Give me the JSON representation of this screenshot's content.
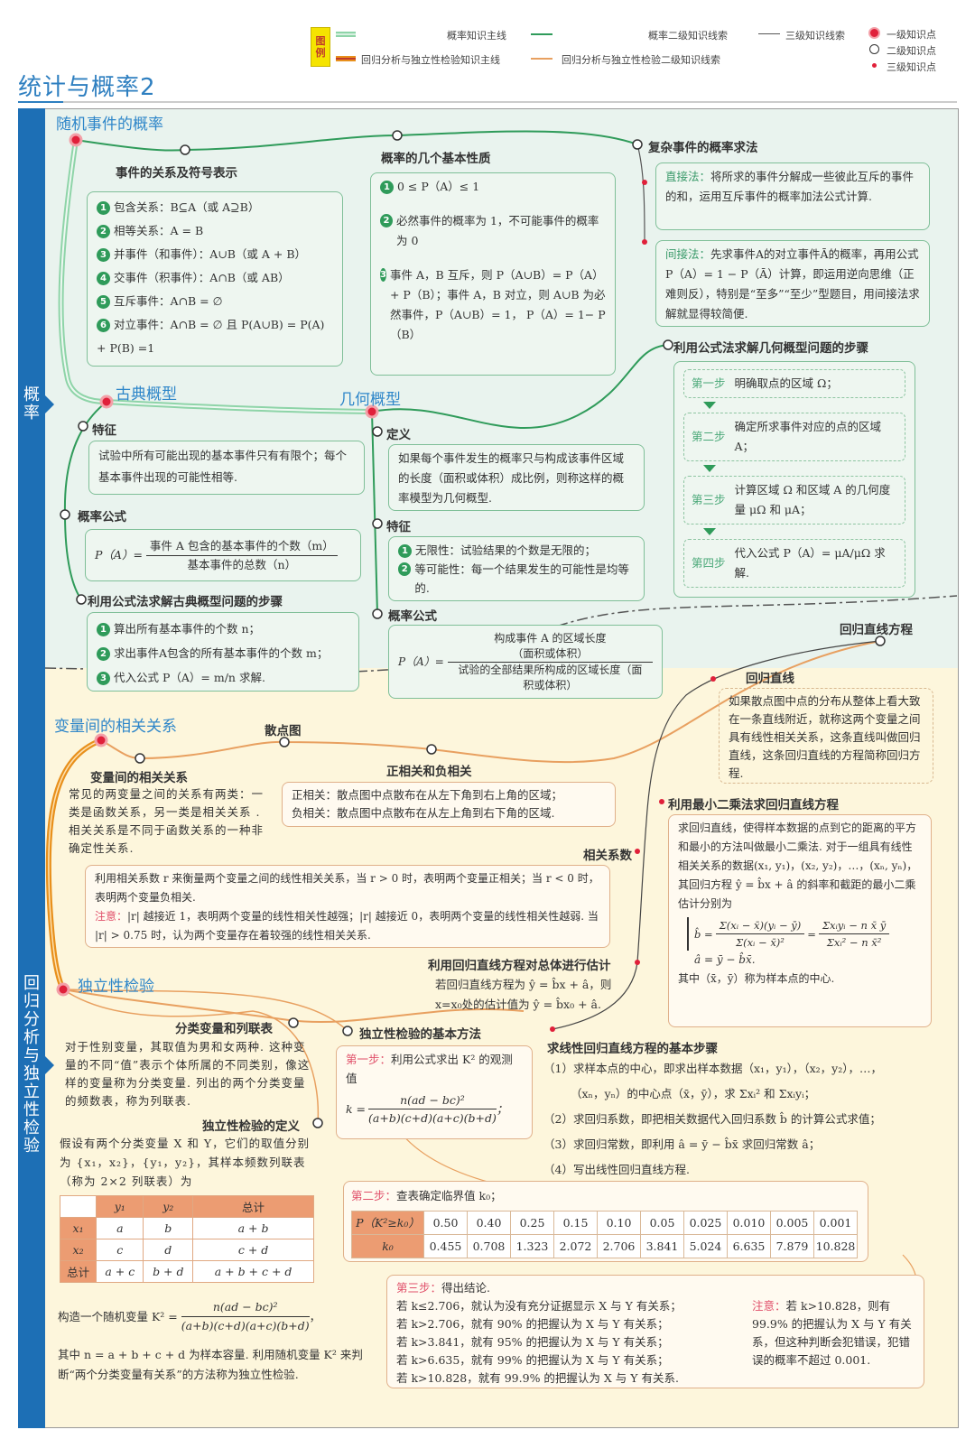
{
  "legend": {
    "tag": "图例",
    "items": [
      {
        "label": "概率知识主线",
        "color": "#8ed4a8"
      },
      {
        "label": "概率二级知识线索",
        "color": "#2f9b5a"
      },
      {
        "label": "三级知识线索",
        "color": "#555555"
      },
      {
        "label": "回归分析与独立性检验知识主线",
        "color": "#e8901c"
      },
      {
        "label": "回归分析与独立性检验二级知识线索",
        "color": "#e8a060"
      }
    ],
    "points": [
      {
        "label": "一级知识点",
        "icon": "red-ring-dot"
      },
      {
        "label": "二级知识点",
        "icon": "white-circle"
      },
      {
        "label": "三级知识点",
        "icon": "small-red-dot"
      }
    ]
  },
  "title": "统计与概率2",
  "sidebar": {
    "probability": "概\n率",
    "regression": "回\n归\n分\n析\n与\n独\n立\n性\n检\n验"
  },
  "colors": {
    "accent_blue": "#1d6fb5",
    "prob_bg": "#e9f3ee",
    "reg_bg": "#fdf6dc",
    "main_green": "#2f9b5a",
    "main_orange": "#e8901c",
    "red_point": "#e0203a"
  },
  "probability": {
    "random_event": {
      "title": "随机事件的概率",
      "relations": {
        "title": "事件的关系及符号表示",
        "items": [
          "包含关系：B⊆A（或 A⊇B）",
          "相等关系：A = B",
          "并事件（和事件）：A∪B（或 A + B）",
          "交事件（积事件）：A∩B（或 AB）",
          "互斥事件：A∩B = ∅",
          "对立事件：A∩B = ∅ 且 P(A∪B) = P(A) + P(B) =1"
        ]
      },
      "properties": {
        "title": "概率的几个基本性质",
        "items": [
          "0 ≤ P（A）≤ 1",
          "必然事件的概率为 1，不可能事件的概率为 0",
          "事件 A，B 互斥，则 P（A∪B）= P（A）+ P（B）；事件 A，B 对立，则 A∪B 为必然事件，P（A∪B）= 1， P（A）= 1− P（B）"
        ]
      },
      "complex": {
        "title": "复杂事件的概率求法",
        "direct_label": "直接法：",
        "direct_text": "将所求的事件分解成一些彼此互斥的事件的和，运用互斥事件的概率加法公式计算.",
        "indirect_label": "间接法：",
        "indirect_text": "先求事件A的对立事件Ā的概率，再用公式 P（A）= 1 − P（Ā）计算，即运用逆向思维（正难则反），特别是“至多”“至少”型题目，用间接法求解就显得较简便."
      }
    },
    "classical": {
      "title": "古典概型",
      "feature_title": "特征",
      "feature_text": "试验中所有可能出现的基本事件只有有限个；每个基本事件出现的可能性相等.",
      "formula_title": "概率公式",
      "formula_lhs": "P（A）=",
      "formula_num": "事件 A 包含的基本事件的个数（m）",
      "formula_den": "基本事件的总数（n）",
      "steps_title": "利用公式法求解古典概型问题的步骤",
      "steps": [
        "算出所有基本事件的个数 n；",
        "求出事件A包含的所有基本事件的个数 m；",
        "代入公式 P（A）= m/n 求解."
      ]
    },
    "geometric": {
      "title": "几何概型",
      "definition_title": "定义",
      "definition_text": "如果每个事件发生的概率只与构成该事件区域的长度（面积或体积）成比例，则称这样的概率模型为几何概型.",
      "feature_title": "特征",
      "features": [
        "无限性：试验结果的个数是无限的；",
        "等可能性：每一个结果发生的可能性是均等的."
      ],
      "formula_title": "概率公式",
      "formula_lhs": "P（A）=",
      "formula_num": "构成事件 A 的区域长度（面积或体积）",
      "formula_den": "试验的全部结果所构成的区域长度（面积或体积）",
      "steps_title": "利用公式法求解几何概型问题的步骤",
      "steps": [
        {
          "label": "第一步",
          "text": "明确取点的区域 Ω；"
        },
        {
          "label": "第二步",
          "text": "确定所求事件对应的点的区域 A；"
        },
        {
          "label": "第三步",
          "text": "计算区域 Ω 和区域 A 的几何度量 μΩ 和 μA；"
        },
        {
          "label": "第四步",
          "text": "代入公式 P（A）= μA/μΩ 求解."
        }
      ]
    }
  },
  "regression": {
    "correlation": {
      "title": "变量间的相关关系",
      "sub_title": "变量间的相关关系",
      "sub_text": "常见的两变量之间的关系有两类：一类是函数关系，另一类是相关关系 . 相关关系是不同于函数关系的一种非确定性关系.",
      "scatter_title": "散点图",
      "posneg_title": "正相关和负相关",
      "posneg_lines": [
        "正相关：散点图中点散布在从左下角到右上角的区域；",
        "负相关：散点图中点散布在从左上角到右下角的区域."
      ],
      "coef_title": "相关系数",
      "coef_text1": "利用相关系数 r 来衡量两个变量之间的线性相关关系，当 r > 0 时，表明两个变量正相关；当 r < 0 时，表明两个变量负相关.",
      "coef_note_label": "注意：",
      "coef_note_text": "|r| 越接近 1，表明两个变量的线性相关性越强；|r| 越接近 0，表明两个变量的线性相关性越弱. 当 |r| > 0.75 时，认为两个变量存在着较强的线性相关关系."
    },
    "regression_eq": {
      "title": "回归直线方程",
      "line_title": "回归直线",
      "line_text": "如果散点图中点的分布从整体上看大致在一条直线附近，就称这两个变量之间具有线性相关关系，这条直线叫做回归直线，这条回归直线的方程简称回归方程.",
      "ls_title": "利用最小二乘法求回归直线方程",
      "ls_text": "求回归直线，使得样本数据的点到它的距离的平方和最小的方法叫做最小二乘法. 对于一组具有线性相关关系的数据(x₁, y₁)，(x₂, y₂)，…，(xₙ, yₙ)，其回归方程 ŷ = b̂x + â 的斜率和截距的最小二乘估计分别为",
      "b_hat_lhs": "b̂ =",
      "b_num1": "Σ(xᵢ − x̄)(yᵢ − ȳ)",
      "b_den1": "Σ(xᵢ − x̄)²",
      "b_num2": "Σxᵢyᵢ − n x̄ ȳ",
      "b_den2": "Σxᵢ² − n x̄²",
      "a_hat": "â = ȳ − b̂x̄.",
      "center_note": "其中（x̄，ȳ）称为样本点的中心.",
      "estimate_title": "利用回归直线方程对总体进行估计",
      "estimate_line1": "若回归直线方程为 ŷ = b̂x + â，则",
      "estimate_line2": "x=x₀处的估计值为 ŷ = b̂x₀ + â.",
      "steps_title": "求线性回归直线方程的基本步骤",
      "steps": [
        "（1）求样本点的中心，即求出样本数据（x₁，y₁），（x₂，y₂），…，",
        "（xₙ，yₙ）的中心点（x̄，ȳ），求 Σxᵢ² 和 Σxᵢyᵢ；",
        "（2）求回归系数，即把相关数据代入回归系数 b̂ 的计算公式求值；",
        "（3）求回归常数，即利用 â = ȳ − b̂x̄ 求回归常数 â；",
        "（4）写出线性回归直线方程."
      ]
    },
    "independence": {
      "title": "独立性检验",
      "cat_title": "分类变量和列联表",
      "cat_text": "对于性别变量，其取值为男和女两种. 这种变量的不同“值”表示个体所属的不同类别，像这样的变量称为分类变量. 列出的两个分类变量的频数表，称为列联表.",
      "def_title": "独立性检验的定义",
      "def_text": "假设有两个分类变量 X 和 Y，它们的取值分别为 {x₁，x₂}，{y₁，y₂}，其样本频数列联表（称为 2×2 列联表）为",
      "table": {
        "header": [
          "",
          "y₁",
          "y₂",
          "总计"
        ],
        "rows": [
          [
            "x₁",
            "a",
            "b",
            "a + b"
          ],
          [
            "x₂",
            "c",
            "d",
            "c + d"
          ],
          [
            "总计",
            "a + c",
            "b + d",
            "a + b + c + d"
          ]
        ]
      },
      "k2_prefix": "构造一个随机变量 K² =",
      "k2_num": "n(ad − bc)²",
      "k2_den": "(a+b)(c+d)(a+c)(b+d)",
      "k2_suffix": "，",
      "k2_note": "其中 n = a + b + c + d 为样本容量. 利用随机变量 K² 来判断“两个分类变量有关系”的方法称为独立性检验.",
      "method_title": "独立性检验的基本方法",
      "step1_label": "第一步：",
      "step1_text": "利用公式求出 K² 的观测值",
      "step1_lhs": "k =",
      "step1_num": "n(ad − bc)²",
      "step1_den": "(a+b)(c+d)(a+c)(b+d)",
      "step1_suffix": "；",
      "step2_label": "第二步：",
      "step2_text": "查表确定临界值 k₀；",
      "critical": {
        "row1_header": "P（K²≥k₀）",
        "row2_header": "k₀",
        "p": [
          "0.50",
          "0.40",
          "0.25",
          "0.15",
          "0.10",
          "0.05",
          "0.025",
          "0.010",
          "0.005",
          "0.001"
        ],
        "k0": [
          "0.455",
          "0.708",
          "1.323",
          "2.072",
          "2.706",
          "3.841",
          "5.024",
          "6.635",
          "7.879",
          "10.828"
        ]
      },
      "step3_label": "第三步：",
      "step3_text": "得出结论.",
      "conclusions": [
        "若 k≤2.706，就认为没有充分证据显示 X 与 Y 有关系；",
        "若 k>2.706，就有 90% 的把握认为 X 与 Y 有关系；",
        "若 k>3.841，就有 95% 的把握认为 X 与 Y 有关系；",
        "若 k>6.635，就有 99% 的把握认为 X 与 Y 有关系；",
        "若 k>10.828，就有 99.9% 的把握认为 X 与 Y 有关系."
      ],
      "note_label": "注意：",
      "note_text": "若 k>10.828，则有 99.9% 的把握认为 X 与 Y 有关系，但这种判断会犯错误，犯错误的概率不超过 0.001."
    }
  }
}
